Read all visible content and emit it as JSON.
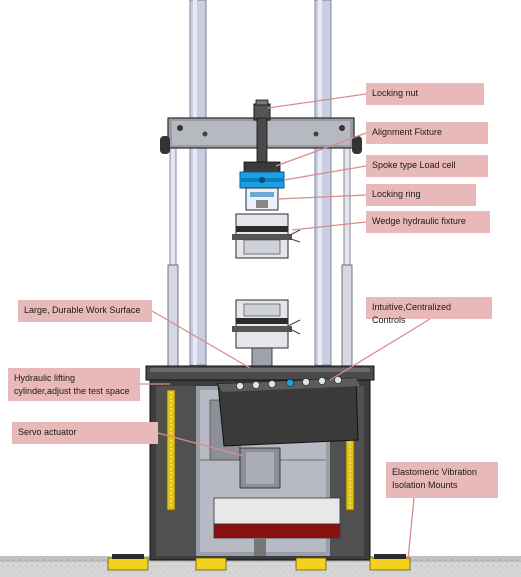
{
  "callouts": {
    "locking_nut": "Locking nut",
    "alignment_fixture": "Alignment Fixture",
    "load_cell": "Spoke type Load cell",
    "locking_ring": "Locking ring",
    "wedge_fixture": "Wedge hydraulic fixture",
    "work_surface": "Large, Durable Work Surface",
    "controls": "Intuitive,Centralized Controls",
    "lifting_cylinder": "Hydraulic lifting cylinder,adjust the test space",
    "servo_actuator": "Servo actuator",
    "isolation_mounts": "Elastomeric  Vibration Isolation Mounts"
  },
  "colors": {
    "callout_bg": "#e9b9b9",
    "leader_line": "#d98c8c",
    "column": "#c9cfe0",
    "frame_dark": "#2b2b2b",
    "load_cell_blue": "#1aa0e6",
    "foot_yellow": "#f2d21a",
    "servo_red": "#8a1010",
    "floor": "#b8b8b8"
  }
}
